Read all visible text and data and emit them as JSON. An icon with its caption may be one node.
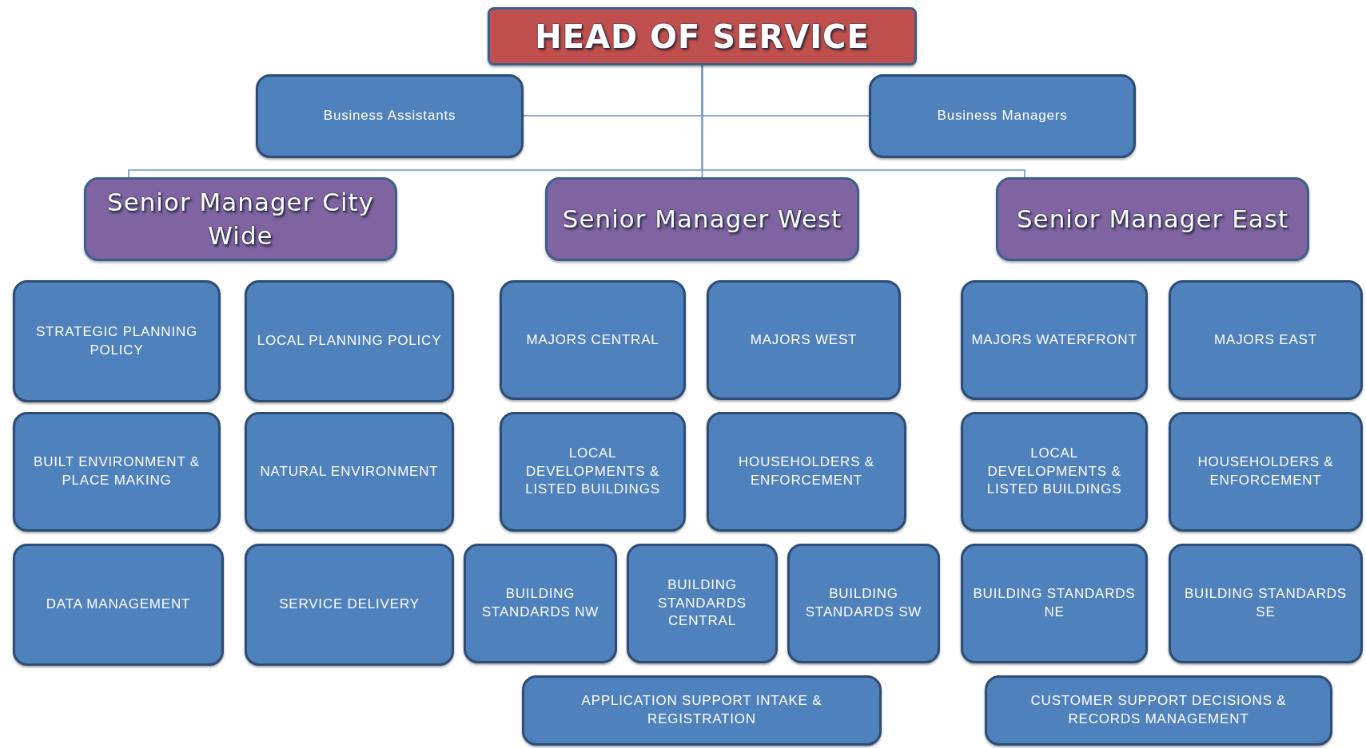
{
  "diagram": {
    "nodes": [
      {
        "text": [
          "HEAD OF SERVICE"
        ]
      },
      {
        "text": [
          "Business Assistants"
        ]
      },
      {
        "text": [
          "Business Managers"
        ]
      },
      {
        "text": [
          "Senior Manager City Wide"
        ]
      },
      {
        "text": [
          "Senior Manager West"
        ]
      },
      {
        "text": [
          "Senior Manager East"
        ]
      },
      {
        "text": [
          "STRATEGIC PLANNING POLICY"
        ]
      },
      {
        "text": [
          "LOCAL PLANNING POLICY"
        ]
      },
      {
        "text": [
          "MAJORS CENTRAL"
        ]
      },
      {
        "text": [
          "MAJORS WEST"
        ]
      },
      {
        "text": [
          "MAJORS WATERFRONT"
        ]
      },
      {
        "text": [
          "MAJORS EAST"
        ]
      },
      {
        "text": [
          "BUILT ENVIRONMENT & PLACE MAKING"
        ]
      },
      {
        "text": [
          "NATURAL ENVIRONMENT"
        ]
      },
      {
        "text": [
          "LOCAL DEVELOPMENTS & LISTED BUILDINGS"
        ]
      },
      {
        "text": [
          "HOUSEHOLDERS & ENFORCEMENT"
        ]
      },
      {
        "text": [
          "LOCAL DEVELOPMENTS & LISTED BUILDINGS"
        ]
      },
      {
        "text": [
          "HOUSEHOLDERS & ENFORCEMENT"
        ]
      },
      {
        "text": [
          "DATA MANAGEMENT"
        ]
      },
      {
        "text": [
          "SERVICE DELIVERY"
        ]
      },
      {
        "text": [
          "BUILDING STANDARDS NW"
        ]
      },
      {
        "text": [
          "BUILDING STANDARDS CENTRAL"
        ]
      },
      {
        "text": [
          "BUILDING STANDARDS SW"
        ]
      },
      {
        "text": [
          "BUILDING STANDARDS NE"
        ]
      },
      {
        "text": [
          "BUILDING STANDARDS SE"
        ]
      },
      {
        "text": [
          "APPLICATION SUPPORT INTAKE & REGISTRATION"
        ]
      },
      {
        "text": [
          "CUSTOMER SUPPORT DECISIONS & RECORDS MANAGEMENT"
        ]
      }
    ],
    "edges": [
      {
        "from": 0,
        "to": 1,
        "arrow": "none"
      },
      {
        "from": 0,
        "to": 2,
        "arrow": "none"
      },
      {
        "from": 0,
        "to": 3,
        "arrow": "none"
      },
      {
        "from": 0,
        "to": 4,
        "arrow": "none"
      },
      {
        "from": 0,
        "to": 5,
        "arrow": "none"
      }
    ]
  }
}
